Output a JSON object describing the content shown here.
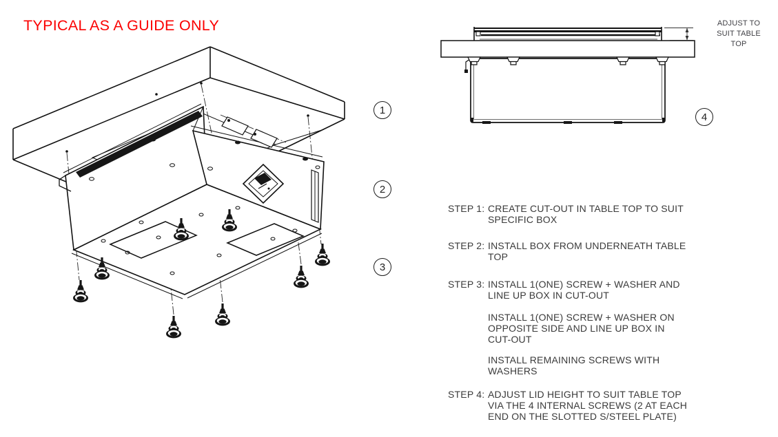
{
  "title": {
    "text": "TYPICAL AS A GUIDE ONLY",
    "color": "#fb0000"
  },
  "balloons": [
    {
      "label": "1"
    },
    {
      "label": "2"
    },
    {
      "label": "3"
    },
    {
      "label": "4"
    }
  ],
  "side_view": {
    "annotation_lines": [
      "ADJUST TO",
      "SUIT TABLE",
      "TOP"
    ]
  },
  "steps": [
    {
      "label": "STEP 1:",
      "paragraphs": [
        [
          "CREATE CUT-OUT IN TABLE TOP TO SUIT",
          "SPECIFIC BOX"
        ]
      ]
    },
    {
      "label": "STEP 2:",
      "paragraphs": [
        [
          "INSTALL BOX FROM UNDERNEATH TABLE",
          "TOP"
        ]
      ]
    },
    {
      "label": "STEP 3:",
      "paragraphs": [
        [
          "INSTALL 1(ONE) SCREW + WASHER AND",
          "LINE UP BOX IN CUT-OUT"
        ],
        [
          "INSTALL 1(ONE) SCREW + WASHER ON",
          "OPPOSITE SIDE AND LINE UP BOX IN",
          "CUT-OUT"
        ],
        [
          "INSTALL REMAINING SCREWS WITH",
          "WASHERS"
        ]
      ]
    },
    {
      "label": "STEP 4:",
      "paragraphs": [
        [
          "ADJUST LID HEIGHT TO SUIT TABLE TOP",
          "VIA THE 4 INTERNAL SCREWS (2 AT EACH",
          "END ON THE SLOTTED S/STEEL PLATE)"
        ]
      ]
    }
  ],
  "colors": {
    "title_red": "#fb0000",
    "text_dark": "#3a3a3a",
    "line_black": "#111111"
  }
}
